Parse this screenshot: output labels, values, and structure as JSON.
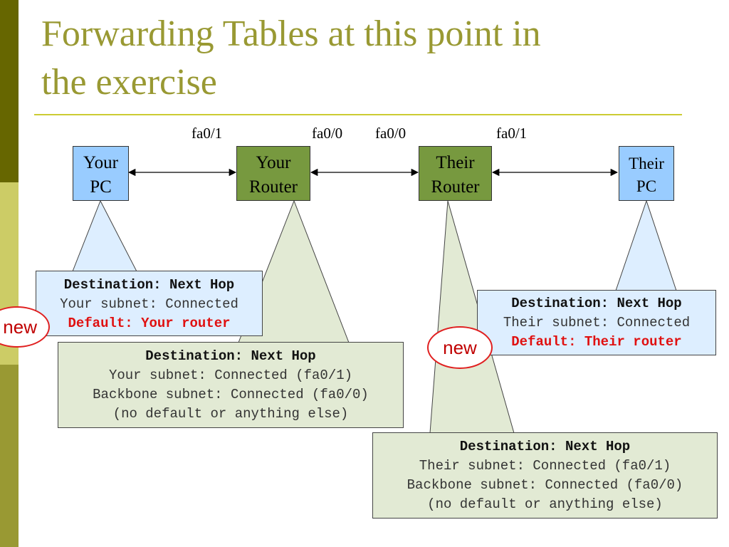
{
  "slide": {
    "title_line1": "Forwarding Tables at this point in",
    "title_line2": "the exercise"
  },
  "interfaces": {
    "your_router_left": "fa0/1",
    "your_router_right": "fa0/0",
    "their_router_left": "fa0/0",
    "their_router_right": "fa0/1"
  },
  "nodes": {
    "your_pc": {
      "line1": "Your",
      "line2": "PC"
    },
    "your_router": {
      "line1": "Your",
      "line2": "Router"
    },
    "their_router": {
      "line1": "Their",
      "line2": "Router"
    },
    "their_pc": {
      "line1": "Their",
      "line2": "PC"
    }
  },
  "tables": {
    "your_pc": {
      "header": "Destination: Next Hop",
      "rows": [
        "Your subnet: Connected"
      ],
      "default": "Default: Your router"
    },
    "your_router": {
      "header": "Destination: Next Hop",
      "rows": [
        "Your subnet: Connected (fa0/1)",
        "Backbone subnet: Connected (fa0/0)",
        "(no default or anything else)"
      ]
    },
    "their_router": {
      "header": "Destination: Next Hop",
      "rows": [
        "Their subnet: Connected (fa0/1)",
        "Backbone subnet: Connected (fa0/0)",
        "(no default or anything else)"
      ]
    },
    "their_pc": {
      "header": "Destination: Next Hop",
      "rows": [
        "Their subnet: Connected"
      ],
      "default": "Default: Their router"
    }
  },
  "badges": {
    "left": "new",
    "right": "new"
  },
  "colors": {
    "accent": "#999933",
    "pc_fill": "#99ccff",
    "router_fill": "#77993f",
    "default_route": "#e01010",
    "badge_border": "#e02020"
  }
}
